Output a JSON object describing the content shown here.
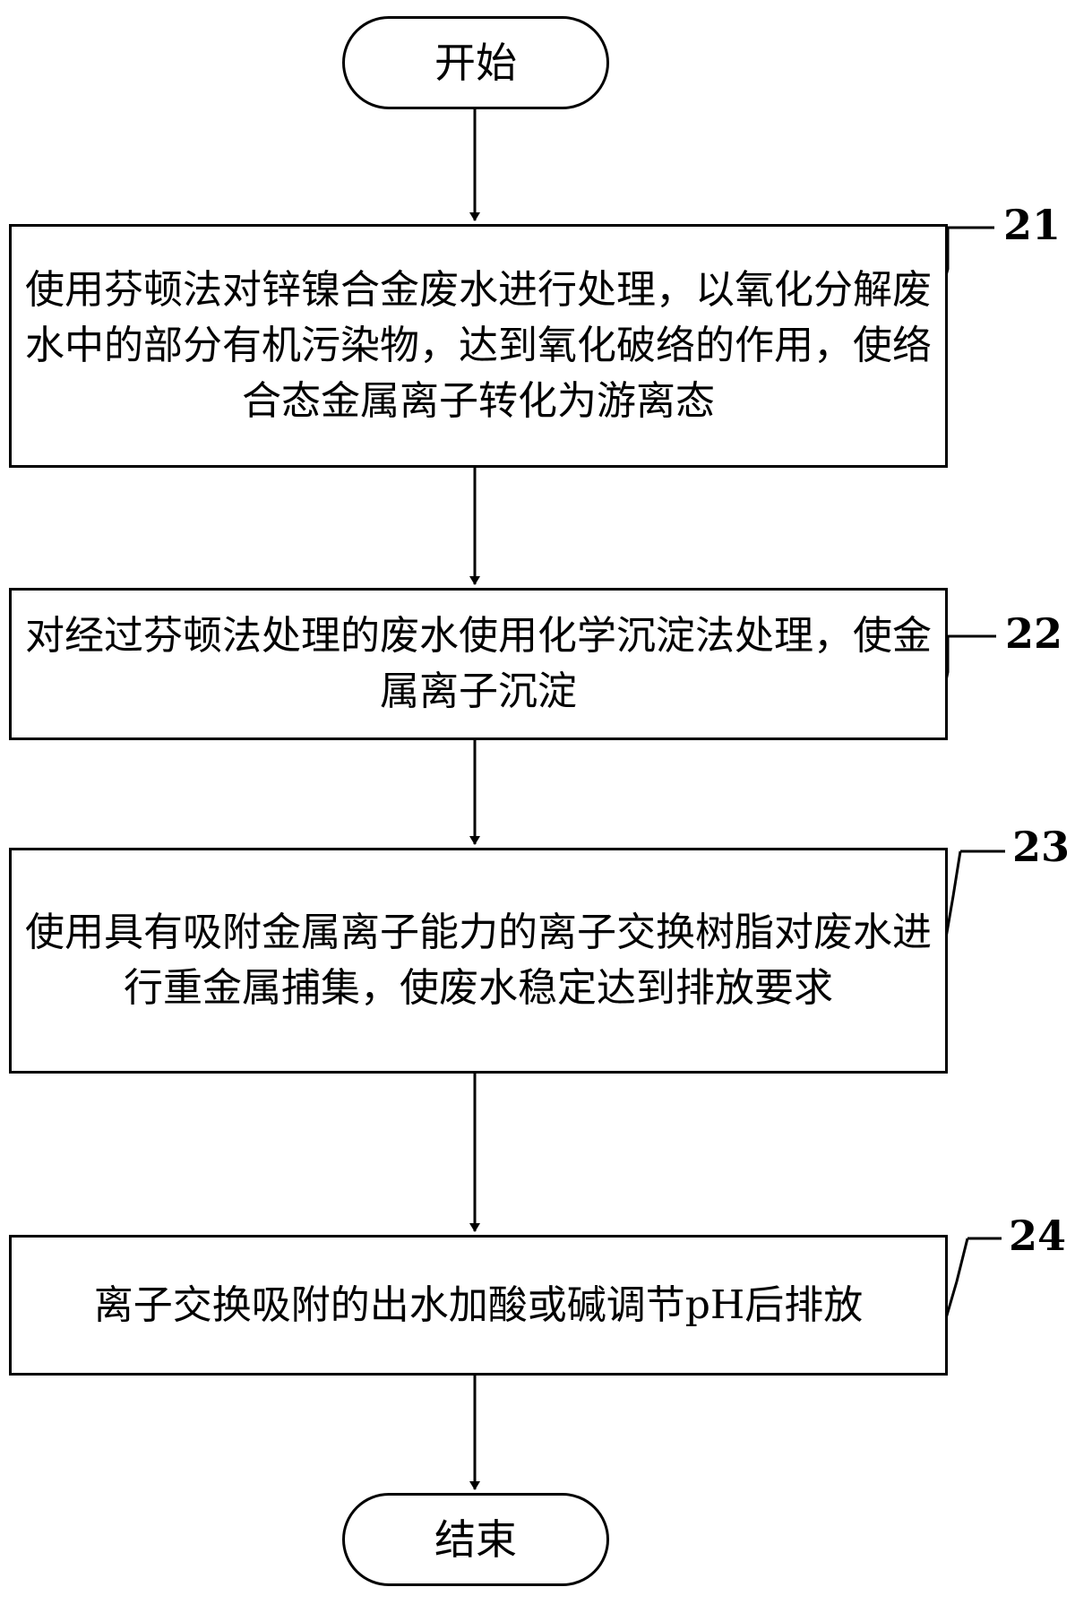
{
  "start": {
    "label": "开始"
  },
  "end": {
    "label": "结束"
  },
  "steps": [
    {
      "id": "21",
      "text": "使用芬顿法对锌镍合金废水进行处理，以氧化分解废水中的部分有机污染物，达到氧化破络的作用，使络合态金属离子转化为游离态"
    },
    {
      "id": "22",
      "text": "对经过芬顿法处理的废水使用化学沉淀法处理，使金属离子沉淀"
    },
    {
      "id": "23",
      "text": "使用具有吸附金属离子能力的离子交换树脂对废水进行重金属捕集，使废水稳定达到排放要求"
    },
    {
      "id": "24",
      "text": "离子交换吸附的出水加酸或碱调节pH后排放"
    }
  ]
}
